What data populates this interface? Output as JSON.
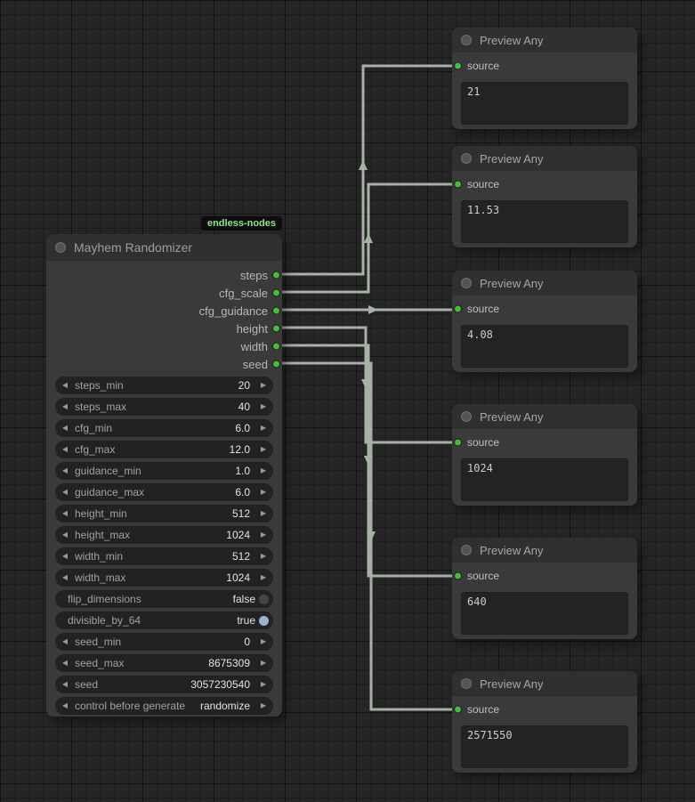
{
  "colors": {
    "link": "#a6b3a4",
    "slot_green": "#3fbf3f",
    "knob_on": "#9db4d0",
    "badge_green": "#8ce68c"
  },
  "icons": {
    "arrow_left": "◀",
    "arrow_right": "▶"
  },
  "badge": {
    "label": "endless-nodes"
  },
  "randomizer": {
    "title": "Mayhem Randomizer",
    "outputs": [
      {
        "label": "steps"
      },
      {
        "label": "cfg_scale"
      },
      {
        "label": "cfg_guidance"
      },
      {
        "label": "height"
      },
      {
        "label": "width"
      },
      {
        "label": "seed"
      }
    ],
    "widgets": [
      {
        "label": "steps_min",
        "value": "20",
        "type": "number"
      },
      {
        "label": "steps_max",
        "value": "40",
        "type": "number"
      },
      {
        "label": "cfg_min",
        "value": "6.0",
        "type": "number"
      },
      {
        "label": "cfg_max",
        "value": "12.0",
        "type": "number"
      },
      {
        "label": "guidance_min",
        "value": "1.0",
        "type": "number"
      },
      {
        "label": "guidance_max",
        "value": "6.0",
        "type": "number"
      },
      {
        "label": "height_min",
        "value": "512",
        "type": "number"
      },
      {
        "label": "height_max",
        "value": "1024",
        "type": "number"
      },
      {
        "label": "width_min",
        "value": "512",
        "type": "number"
      },
      {
        "label": "width_max",
        "value": "1024",
        "type": "number"
      },
      {
        "label": "flip_dimensions",
        "value": "false",
        "type": "toggle",
        "on": false
      },
      {
        "label": "divisible_by_64",
        "value": "true",
        "type": "toggle",
        "on": true
      },
      {
        "label": "seed_min",
        "value": "0",
        "type": "number"
      },
      {
        "label": "seed_max",
        "value": "8675309",
        "type": "number"
      },
      {
        "label": "seed",
        "value": "3057230540",
        "type": "number"
      },
      {
        "label": "control before generate",
        "value": "randomize",
        "type": "combo"
      }
    ]
  },
  "previews": [
    {
      "title": "Preview Any",
      "input_label": "source",
      "value": "21"
    },
    {
      "title": "Preview Any",
      "input_label": "source",
      "value": "11.53"
    },
    {
      "title": "Preview Any",
      "input_label": "source",
      "value": "4.08"
    },
    {
      "title": "Preview Any",
      "input_label": "source",
      "value": "1024"
    },
    {
      "title": "Preview Any",
      "input_label": "source",
      "value": "640"
    },
    {
      "title": "Preview Any",
      "input_label": "source",
      "value": "2571550"
    }
  ]
}
